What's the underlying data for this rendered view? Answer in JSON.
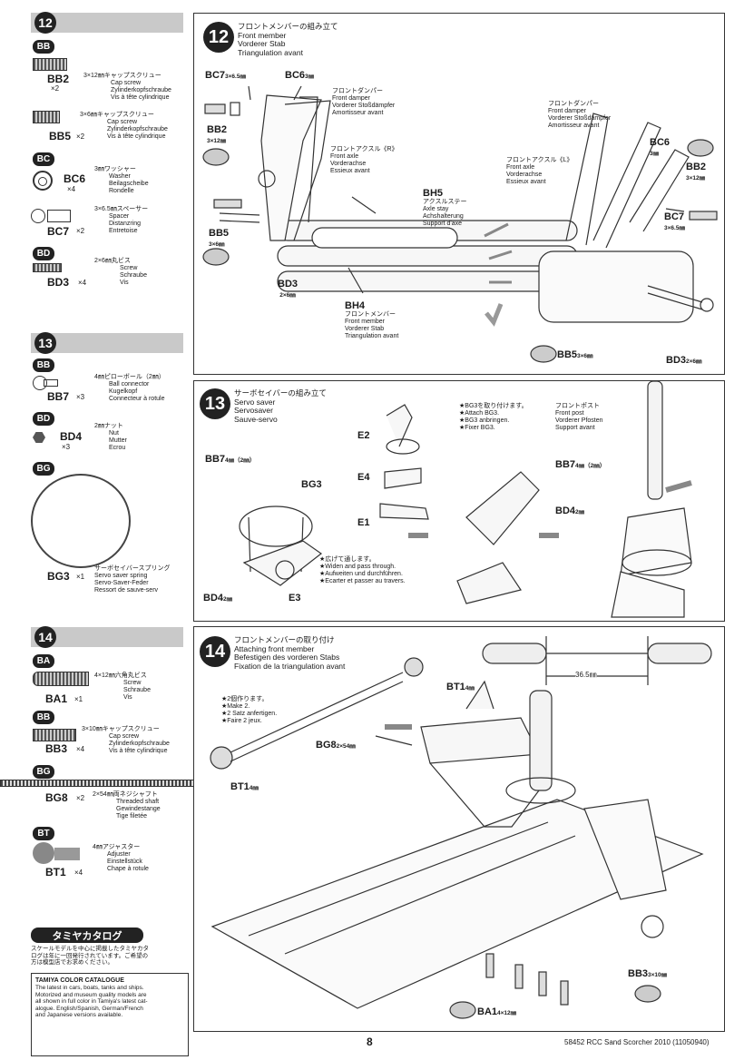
{
  "sidebar": {
    "s12": {
      "step": "12",
      "bag1": "BB",
      "bb2": {
        "code": "BB2",
        "qty": "×2",
        "desc": [
          "3×12㎜キャップスクリュー",
          "Cap screw",
          "Zylinderkopfschraube",
          "Vis à tête cylindrique"
        ]
      },
      "bb5": {
        "code": "BB5",
        "qty": "×2",
        "desc": [
          "3×6㎜キャップスクリュー",
          "Cap screw",
          "Zylinderkopfschraube",
          "Vis à tête cylindrique"
        ]
      },
      "bag2": "BC",
      "bc6": {
        "code": "BC6",
        "qty": "×4",
        "desc": [
          "3㎜ワッシャー",
          "Washer",
          "Beilagscheibe",
          "Rondelle"
        ]
      },
      "bc7": {
        "code": "BC7",
        "qty": "×2",
        "desc": [
          "3×6.5㎜スペーサー",
          "Spacer",
          "Distanzring",
          "Entretoise"
        ]
      },
      "bag3": "BD",
      "bd3": {
        "code": "BD3",
        "qty": "×4",
        "desc": [
          "2×6㎜丸ビス",
          "Screw",
          "Schraube",
          "Vis"
        ]
      }
    },
    "s13": {
      "step": "13",
      "bag1": "BB",
      "bb7": {
        "code": "BB7",
        "qty": "×3",
        "desc": [
          "4㎜ピローボール（2㎜）",
          "Ball connector",
          "Kugelkopf",
          "Connecteur à rotule"
        ]
      },
      "bag2": "BD",
      "bd4": {
        "code": "BD4",
        "qty": "×3",
        "desc": [
          "2㎜ナット",
          "Nut",
          "Mutter",
          "Ecrou"
        ]
      },
      "bag3": "BG",
      "bg3": {
        "code": "BG3",
        "qty": "×1",
        "desc": [
          "サーボセイバースプリング",
          "Servo saver spring",
          "Servo-Saver-Feder",
          "Ressort de sauve-serv"
        ]
      }
    },
    "s14": {
      "step": "14",
      "bag1": "BA",
      "ba1": {
        "code": "BA1",
        "qty": "×1",
        "desc": [
          "4×12㎜六角丸ビス",
          "Screw",
          "Schraube",
          "Vis"
        ]
      },
      "bag2": "BB",
      "bb3": {
        "code": "BB3",
        "qty": "×4",
        "desc": [
          "3×10㎜キャップスクリュー",
          "Cap screw",
          "Zylinderkopfschraube",
          "Vis à tête cylindrique"
        ]
      },
      "bag3": "BG",
      "bg8": {
        "code": "BG8",
        "qty": "×2",
        "desc": [
          "2×54㎜両ネジシャフト",
          "Threaded shaft",
          "Gewindestange",
          "Tige filetée"
        ]
      },
      "bag4": "BT",
      "bt1": {
        "code": "BT1",
        "qty": "×4",
        "desc": [
          "4㎜アジャスター",
          "Adjuster",
          "Einstellstück",
          "Chape à rotule"
        ]
      }
    },
    "catalog": {
      "banner": "タミヤカタログ",
      "jp": [
        "スケールモデルを中心に掲載したタミヤカタ",
        "ログは年に一回発行されています。ご希望の",
        "方は模型店でお求めください。"
      ],
      "title": "TAMIYA COLOR CATALOGUE",
      "body": [
        "The latest in cars, boats, tanks and ships.",
        "Motorized and museum quality models are",
        "all shown in full color in Tamiya's latest cat-",
        "alogue. English/Spanish, German/French",
        "and Japanese versions available."
      ]
    }
  },
  "panel12": {
    "num": "12",
    "title": [
      "フロントメンバーの組み立て",
      "Front member",
      "Vorderer Stab",
      "Triangulation avant"
    ],
    "labels": {
      "bc7_l": "BC7",
      "bc7_l_sz": "3×6.5㎜",
      "bc6_l": "BC6",
      "bc6_l_sz": "3㎜",
      "bb2_l": "BB2",
      "bb2_l_sz": "3×12㎜",
      "bb5_l": "BB5",
      "bb5_l_sz": "3×6㎜",
      "bd3_l": "BD3",
      "bd3_l_sz": "2×6㎜",
      "bh5": "BH5",
      "bh4": "BH4",
      "bc6_r": "BC6",
      "bc6_r_sz": "3㎜",
      "bb2_r": "BB2",
      "bb2_r_sz": "3×12㎜",
      "bc7_r": "BC7",
      "bc7_r_sz": "3×6.5㎜",
      "bb5_r": "BB5",
      "bb5_r_sz": "3×6㎜",
      "bd3_r": "BD3",
      "bd3_r_sz": "2×6㎜"
    },
    "damper_l": [
      "フロントダンパー",
      "Front damper",
      "Vorderer Stoßdämpfer",
      "Amortisseur avant"
    ],
    "axle_r": [
      "フロントアクスル《R》",
      "Front axle",
      "Vorderachse",
      "Essieux avant"
    ],
    "axlestay": [
      "アクスルステー",
      "Axle stay",
      "Achshalterung",
      "Support d'axe"
    ],
    "member": [
      "フロントメンバー",
      "Front member",
      "Vorderer Stab",
      "Triangulation avant"
    ],
    "damper_r": [
      "フロントダンパー",
      "Front damper",
      "Vorderer Stoßdämpfer",
      "Amortisseur avant"
    ],
    "axle_l": [
      "フロントアクスル《L》",
      "Front axle",
      "Vorderachse",
      "Essieux avant"
    ]
  },
  "panel13": {
    "num": "13",
    "title": [
      "サーボセイバーの組み立て",
      "Servo saver",
      "Servosaver",
      "Sauve-servo"
    ],
    "labels": {
      "e2": "E2",
      "e4": "E4",
      "e1": "E1",
      "e3": "E3",
      "bg3": "BG3",
      "bb7_l": "BB7",
      "bb7_l_sz": "4㎜（2㎜）",
      "bd4_l": "BD4",
      "bd4_l_sz": "2㎜",
      "bb7_r": "BB7",
      "bb7_r_sz": "4㎜（2㎜）",
      "bd4_r": "BD4",
      "bd4_r_sz": "2㎜"
    },
    "attach": [
      "★BG3を取り付けます。",
      "★Attach BG3.",
      "★BG3 anbringen.",
      "★Fixer BG3."
    ],
    "widen": [
      "★広げて通します。",
      "★Widen and pass through.",
      "★Aufweiten und durchführen.",
      "★Ecarter et passer au travers."
    ],
    "post": [
      "フロントポスト",
      "Front post",
      "Vorderer Pfosten",
      "Support avant"
    ]
  },
  "panel14": {
    "num": "14",
    "title": [
      "フロントメンバーの取り付け",
      "Attaching front member",
      "Befestigen des vorderen Stabs",
      "Fixation de la triangulation avant"
    ],
    "make2": [
      "★2個作ります。",
      "★Make 2.",
      "★2 Satz anfertigen.",
      "★Faire 2 jeux."
    ],
    "labels": {
      "bt1_a": "BT1",
      "bt1_a_sz": "4㎜",
      "bg8": "BG8",
      "bg8_sz": "2×54㎜",
      "bt1_b": "BT1",
      "bt1_b_sz": "4㎜",
      "dim": "36.5㎜",
      "bb3": "BB3",
      "bb3_sz": "3×10㎜",
      "ba1": "BA1",
      "ba1_sz": "4×12㎜"
    }
  },
  "footer": {
    "page": "8",
    "code": "58452 RCC Sand Scorcher 2010 (11050940)"
  }
}
